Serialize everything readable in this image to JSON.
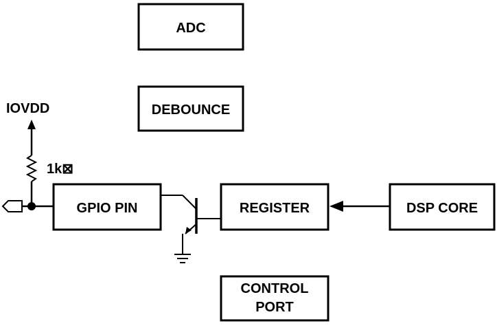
{
  "blocks": {
    "adc": "ADC",
    "debounce": "DEBOUNCE",
    "gpio_pin": "GPIO PIN",
    "register": "REGISTER",
    "dsp_core": "DSP CORE",
    "control_port_line1": "CONTROL",
    "control_port_line2": "PORT"
  },
  "labels": {
    "supply": "IOVDD",
    "resistor_value": "1k⊠"
  }
}
